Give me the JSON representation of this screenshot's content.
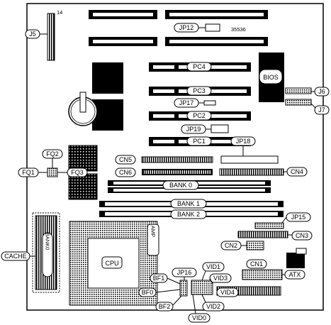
{
  "labels": {
    "j5": "J5",
    "pin14": "14",
    "jp12": "JP12",
    "board_no": "35536",
    "pc4": "PC4",
    "pc3": "PC3",
    "pc2": "PC2",
    "pc1": "PC1",
    "jp17": "JP17",
    "jp19": "JP19",
    "jp18": "JP18",
    "bios": "BIOS",
    "j6": "J6",
    "j7": "J7",
    "fq1": "FQ1",
    "fq2": "FQ2",
    "fq3": "FQ3",
    "cn5": "CN5",
    "cn6": "CN6",
    "cn4": "CN4",
    "bank0": "BANK 0",
    "bank1": "BANK 1",
    "bank2": "BANK 2",
    "jp15": "JP15",
    "cn3": "CN3",
    "cn2": "CN2",
    "cn1": "CN1",
    "atx": "ATX",
    "cache": "CACHE",
    "cache_bank": "BANK0",
    "cpu": "CPU",
    "amp": "AMP",
    "bf0": "BF0",
    "bf1": "BF1",
    "bf2": "BF2",
    "jp16": "JP16",
    "vid0": "VID0",
    "vid1": "VID1",
    "vid2": "VID2",
    "vid3": "VID3",
    "vid4": "VID4"
  }
}
